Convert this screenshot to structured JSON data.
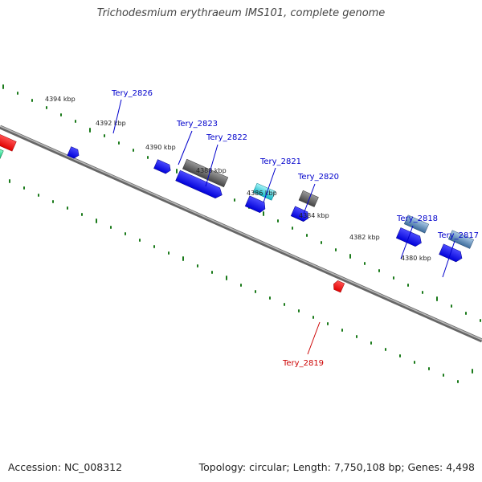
{
  "title": "Trichodesmium erythraeum IMS101, complete genome",
  "footer": {
    "accession": "Accession: NC_008312",
    "info": "Topology: circular; Length: 7,750,108 bp; Genes: 4,498"
  },
  "scale_labels": [
    "4394 kbp",
    "4392 kbp",
    "4390 kbp",
    "4388 kbp",
    "4386 kbp",
    "4384 kbp",
    "4382 kbp",
    "4380 kbp"
  ],
  "gene_labels": [
    "Tery_2826",
    "Tery_2823",
    "Tery_2822",
    "Tery_2821",
    "Tery_2820",
    "Tery_2818",
    "Tery_2817",
    "Tery_2819"
  ],
  "colors": {
    "forward_cds": "#0000ee",
    "reverse_cds": "#ee0000",
    "backbone": "#888888",
    "scale_ticks": "#1a7a1a",
    "label_blue": "#0000cc",
    "label_red": "#cc0000"
  }
}
